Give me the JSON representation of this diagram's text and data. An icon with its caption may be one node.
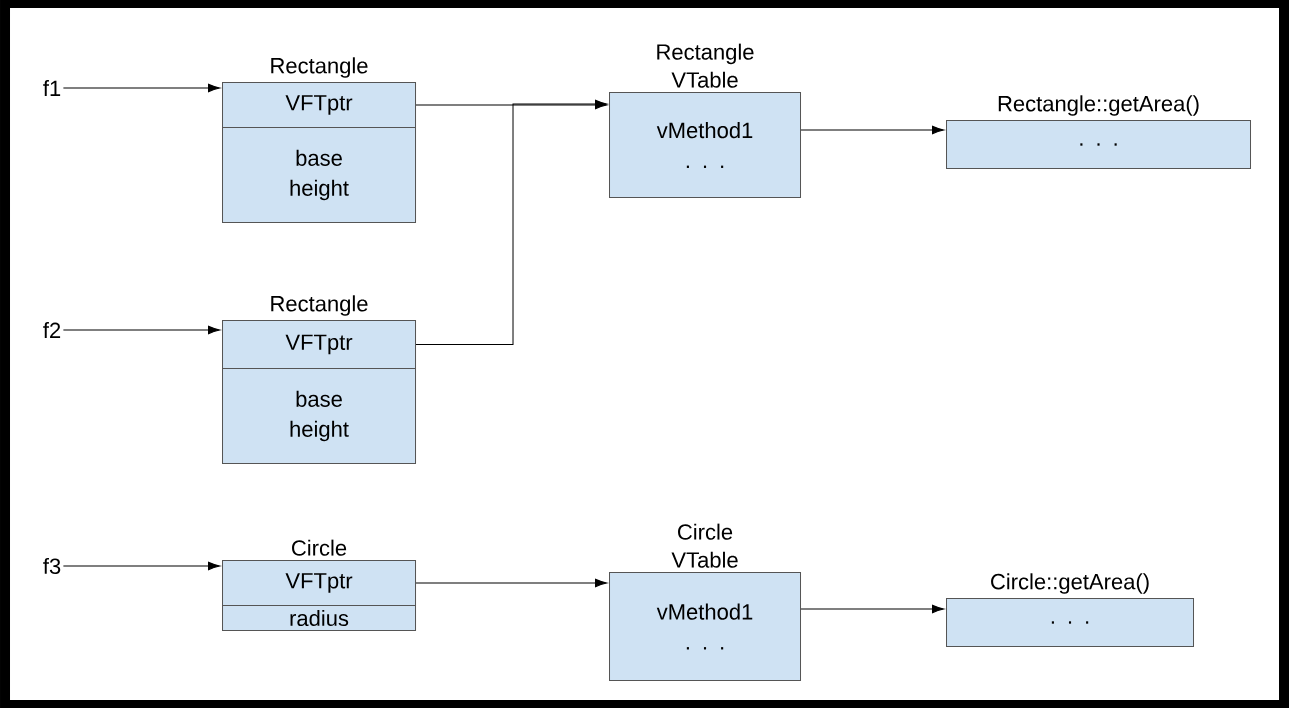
{
  "diagram": {
    "nodes": [
      {
        "text": [
          "f1"
        ]
      },
      {
        "text": [
          "Rectangle"
        ]
      },
      {
        "text": [
          "VFTptr"
        ],
        "in": 1
      },
      {
        "text": [
          "base height"
        ],
        "in": 1
      },
      {
        "text": [
          "Rectangle VTable",
          "vMethod1 . . ."
        ]
      },
      {
        "text": [
          "Rectangle::getArea()",
          ". . ."
        ]
      },
      {
        "text": [
          "f2"
        ]
      },
      {
        "text": [
          "Rectangle"
        ]
      },
      {
        "text": [
          "VFTptr"
        ],
        "in": 7
      },
      {
        "text": [
          "base height"
        ],
        "in": 7
      },
      {
        "text": [
          "f3"
        ]
      },
      {
        "text": [
          "Circle"
        ]
      },
      {
        "text": [
          "VFTptr"
        ],
        "in": 11
      },
      {
        "text": [
          "radius"
        ],
        "in": 11
      },
      {
        "text": [
          "Circle VTable",
          "vMethod1 . . ."
        ]
      },
      {
        "text": [
          "Circle::getArea()",
          ". . ."
        ]
      }
    ],
    "edges": [
      {
        "from": 0,
        "to": 1,
        "arrow": "to"
      },
      {
        "from": 2,
        "to": 4,
        "arrow": "to"
      },
      {
        "from": 4,
        "to": 5,
        "arrow": "to"
      },
      {
        "from": 6,
        "to": 7,
        "arrow": "to"
      },
      {
        "from": 8,
        "to": 4,
        "arrow": "to"
      },
      {
        "from": 10,
        "to": 11,
        "arrow": "to"
      },
      {
        "from": 12,
        "to": 14,
        "arrow": "to"
      },
      {
        "from": 14,
        "to": 15,
        "arrow": "to"
      }
    ]
  }
}
